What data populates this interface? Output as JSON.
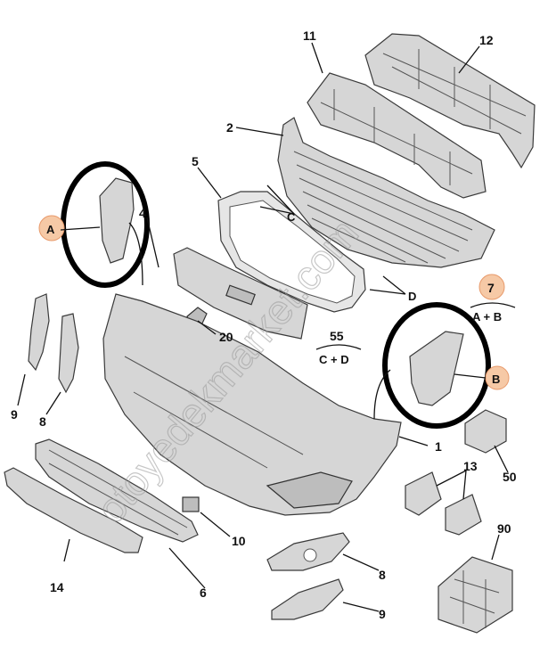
{
  "callouts": {
    "c1": "1",
    "c2": "2",
    "c4": "4",
    "c5": "5",
    "c6": "6",
    "c7": "7",
    "c8a": "8",
    "c8b": "8",
    "c9a": "9",
    "c9b": "9",
    "c10": "10",
    "c11": "11",
    "c12": "12",
    "c13": "13",
    "c14": "14",
    "c20": "20",
    "c50": "50",
    "c55": "55",
    "c90": "90"
  },
  "refs": {
    "a": "A",
    "b": "B",
    "c": "C",
    "d": "D",
    "ab": "A + B",
    "cd": "C + D"
  },
  "watermark": "otoyedekmarket.com",
  "colors": {
    "badge": "#f6c9a6",
    "circle": "#000000",
    "parts": "#d6d6d6"
  }
}
